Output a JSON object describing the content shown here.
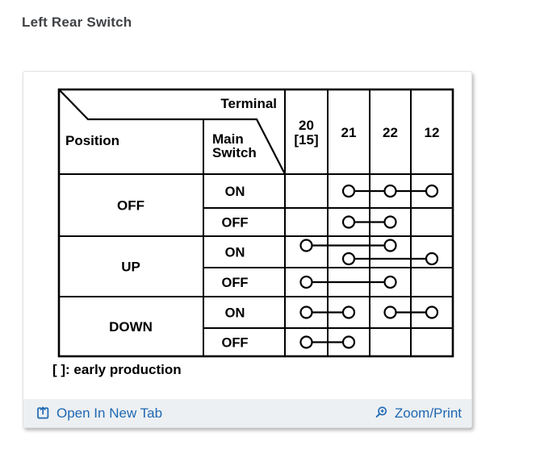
{
  "page_title": "Left Rear Switch",
  "card": {
    "note": "[ ]: early production",
    "footer": {
      "open_in_new_tab_label": "Open In New Tab",
      "zoom_print_label": "Zoom/Print"
    }
  },
  "diagram": {
    "header": {
      "terminal_label": "Terminal",
      "position_label": "Position",
      "main_switch_label_lines": [
        "Main",
        "Switch"
      ]
    },
    "terminals": [
      {
        "id": "20",
        "label_lines": [
          "20",
          "[15]"
        ]
      },
      {
        "id": "21",
        "label_lines": [
          "21"
        ]
      },
      {
        "id": "22",
        "label_lines": [
          "22"
        ]
      },
      {
        "id": "12",
        "label_lines": [
          "12"
        ]
      }
    ],
    "positions": [
      {
        "position": "OFF",
        "states": [
          {
            "main_switch": "ON",
            "connections": [
              [
                "21",
                "22",
                "12"
              ]
            ]
          },
          {
            "main_switch": "OFF",
            "connections": [
              [
                "21",
                "22"
              ]
            ]
          }
        ]
      },
      {
        "position": "UP",
        "states": [
          {
            "main_switch": "ON",
            "connections": [
              [
                "20",
                "22"
              ],
              [
                "21",
                "12"
              ]
            ]
          },
          {
            "main_switch": "OFF",
            "connections": [
              [
                "20",
                "22"
              ]
            ]
          }
        ]
      },
      {
        "position": "DOWN",
        "states": [
          {
            "main_switch": "ON",
            "connections": [
              [
                "20",
                "21"
              ],
              [
                "22",
                "12"
              ]
            ]
          },
          {
            "main_switch": "OFF",
            "connections": [
              [
                "20",
                "21"
              ]
            ]
          }
        ]
      }
    ]
  },
  "colors": {
    "diagram_ink": "#000000",
    "link_blue": "#1e68b2",
    "footer_bg": "#edf0f3",
    "title_text": "#3f4245"
  }
}
